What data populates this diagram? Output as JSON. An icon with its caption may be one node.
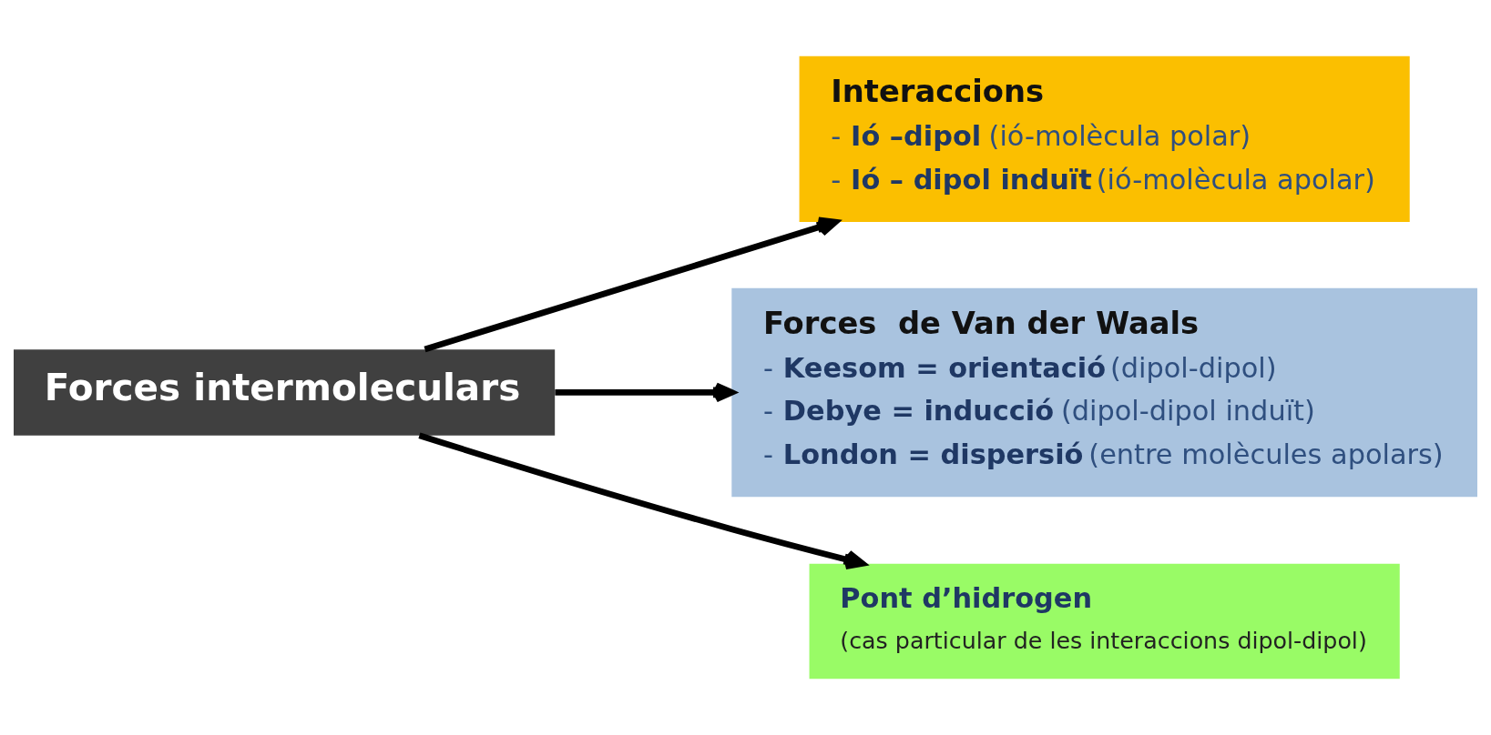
{
  "diagram": {
    "nodes": [
      {
        "text": [
          "Forces intermoleculars"
        ]
      },
      {
        "text": [
          "Interaccions",
          "- **Ió –dipol** (ió-molècula polar)",
          "- **Ió – dipol induït** (ió-molècula apolar)"
        ]
      },
      {
        "text": [
          "Forces  de Van der Waals",
          "- **Keesom = orientació** (dipol-dipol)",
          "- **Debye = inducció** (dipol-dipol induït)",
          "- **London = dispersió** (entre molècules apolars)"
        ]
      },
      {
        "text": [
          "**Pont d’hidrogen**",
          "(cas particular de les interaccions dipol-dipol)"
        ]
      }
    ],
    "edges": [
      {
        "from": 0,
        "to": 1,
        "arrow": "to"
      },
      {
        "from": 0,
        "to": 2,
        "arrow": "to"
      },
      {
        "from": 0,
        "to": 3,
        "arrow": "to"
      }
    ]
  }
}
